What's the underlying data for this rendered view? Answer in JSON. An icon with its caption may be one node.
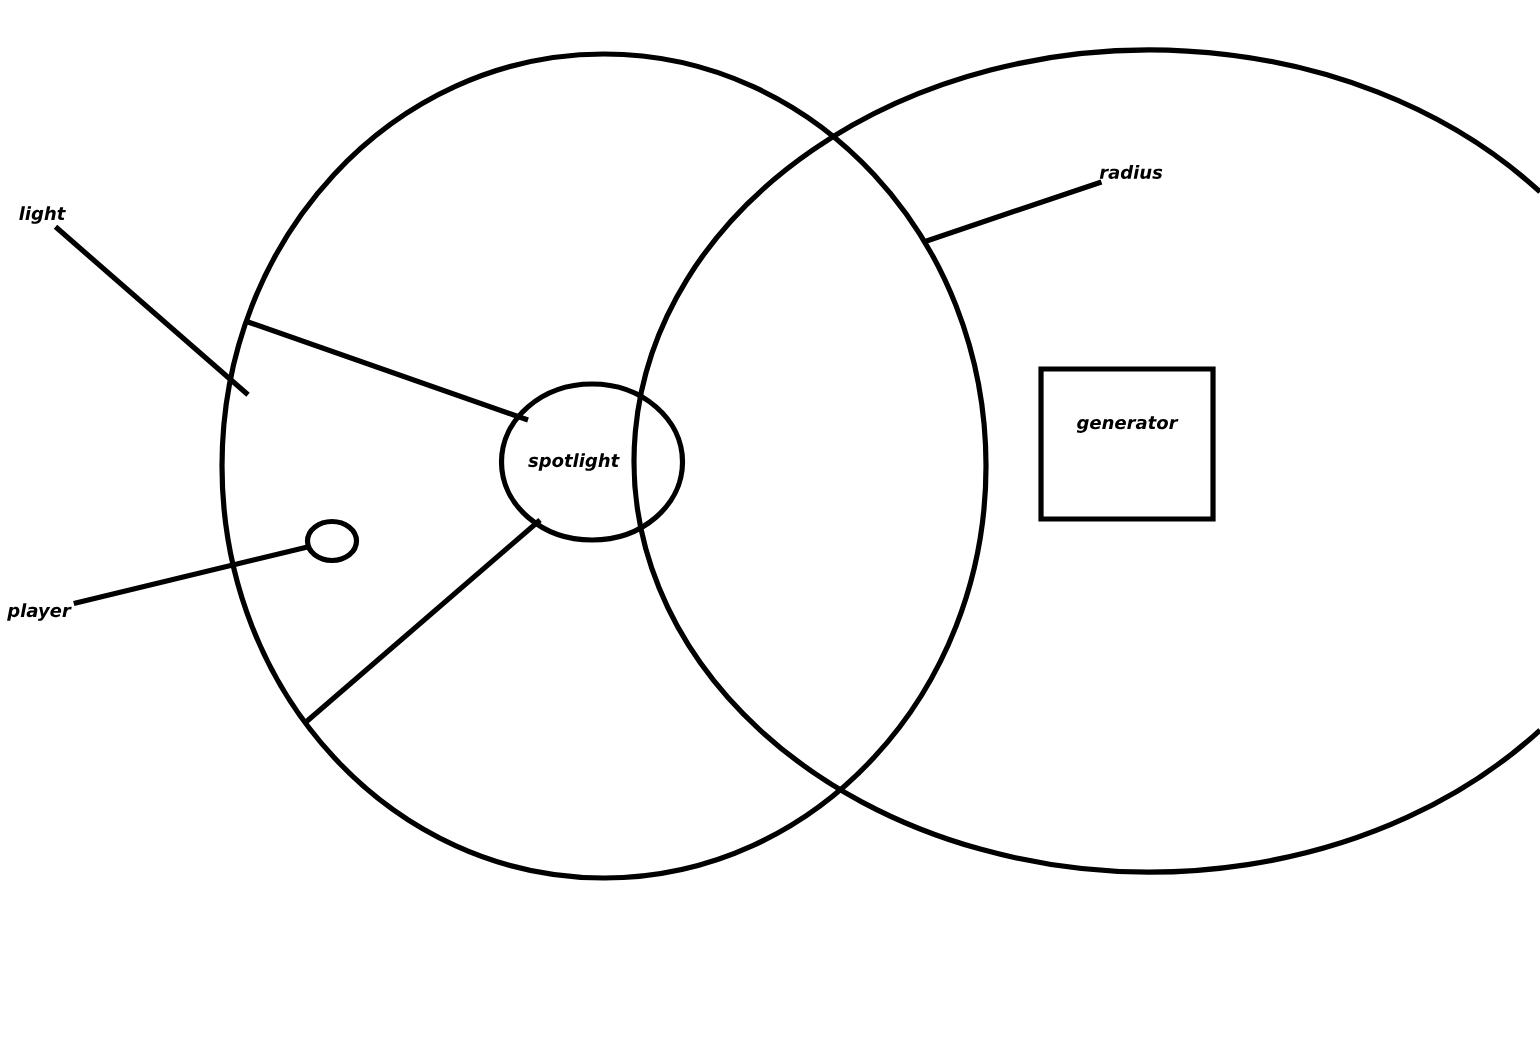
{
  "diagram": {
    "nodes": [
      {
        "text": [],
        "shape": "circle"
      },
      {
        "text": [],
        "shape": "ellipse"
      },
      {
        "text": [],
        "shape": "cone",
        "in": 0
      },
      {
        "text": [
          "spotlight"
        ],
        "in": 0
      },
      {
        "text": [],
        "shape": "circle",
        "in": 2
      },
      {
        "text": [
          "generator"
        ],
        "in": 1
      },
      {
        "text": [
          "light"
        ]
      },
      {
        "text": [
          "radius"
        ],
        "in": 1
      },
      {
        "text": [
          "player"
        ]
      }
    ],
    "edges": [
      {
        "from": 6,
        "to": 2,
        "arrow": "none"
      },
      {
        "from": 7,
        "to": 0,
        "arrow": "none"
      },
      {
        "from": 8,
        "to": 4,
        "arrow": "none"
      }
    ]
  }
}
